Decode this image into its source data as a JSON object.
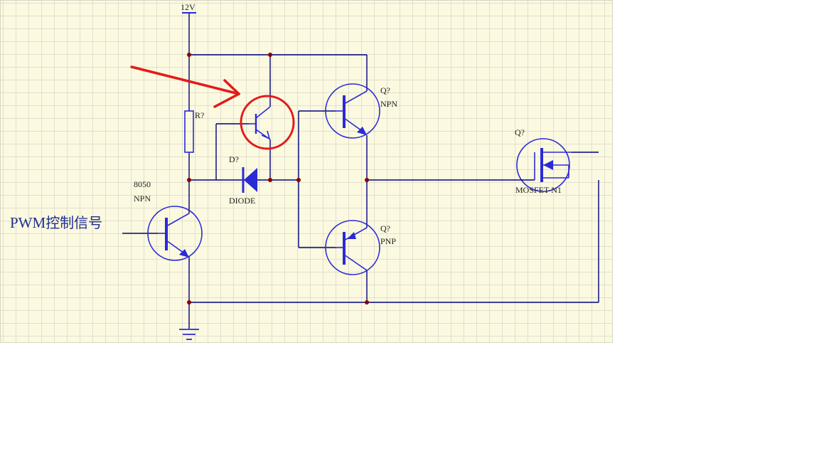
{
  "labels": {
    "supply": "12V",
    "resistor": "R?",
    "diode_ref": "D?",
    "diode_type": "DIODE",
    "driver_part": "8050",
    "driver_type": "NPN",
    "pwm_en": "PWM",
    "pwm_cn": "控制信号",
    "q_top_ref": "Q?",
    "q_top_type": "NPN",
    "q_bot_ref": "Q?",
    "q_bot_type": "PNP",
    "mos_ref": "Q?",
    "mos_type": "MOSFET-N1"
  },
  "colors": {
    "sheet": "#fbf9df",
    "grid": "#c9c8bd",
    "wire": "#000080",
    "symbol": "#2a2ad8",
    "junction": "#8b0000",
    "annotation": "#e21b1b"
  },
  "icons": [
    "ground-icon",
    "power-port-icon",
    "annotation-arrow-icon",
    "highlight-circle-icon"
  ]
}
